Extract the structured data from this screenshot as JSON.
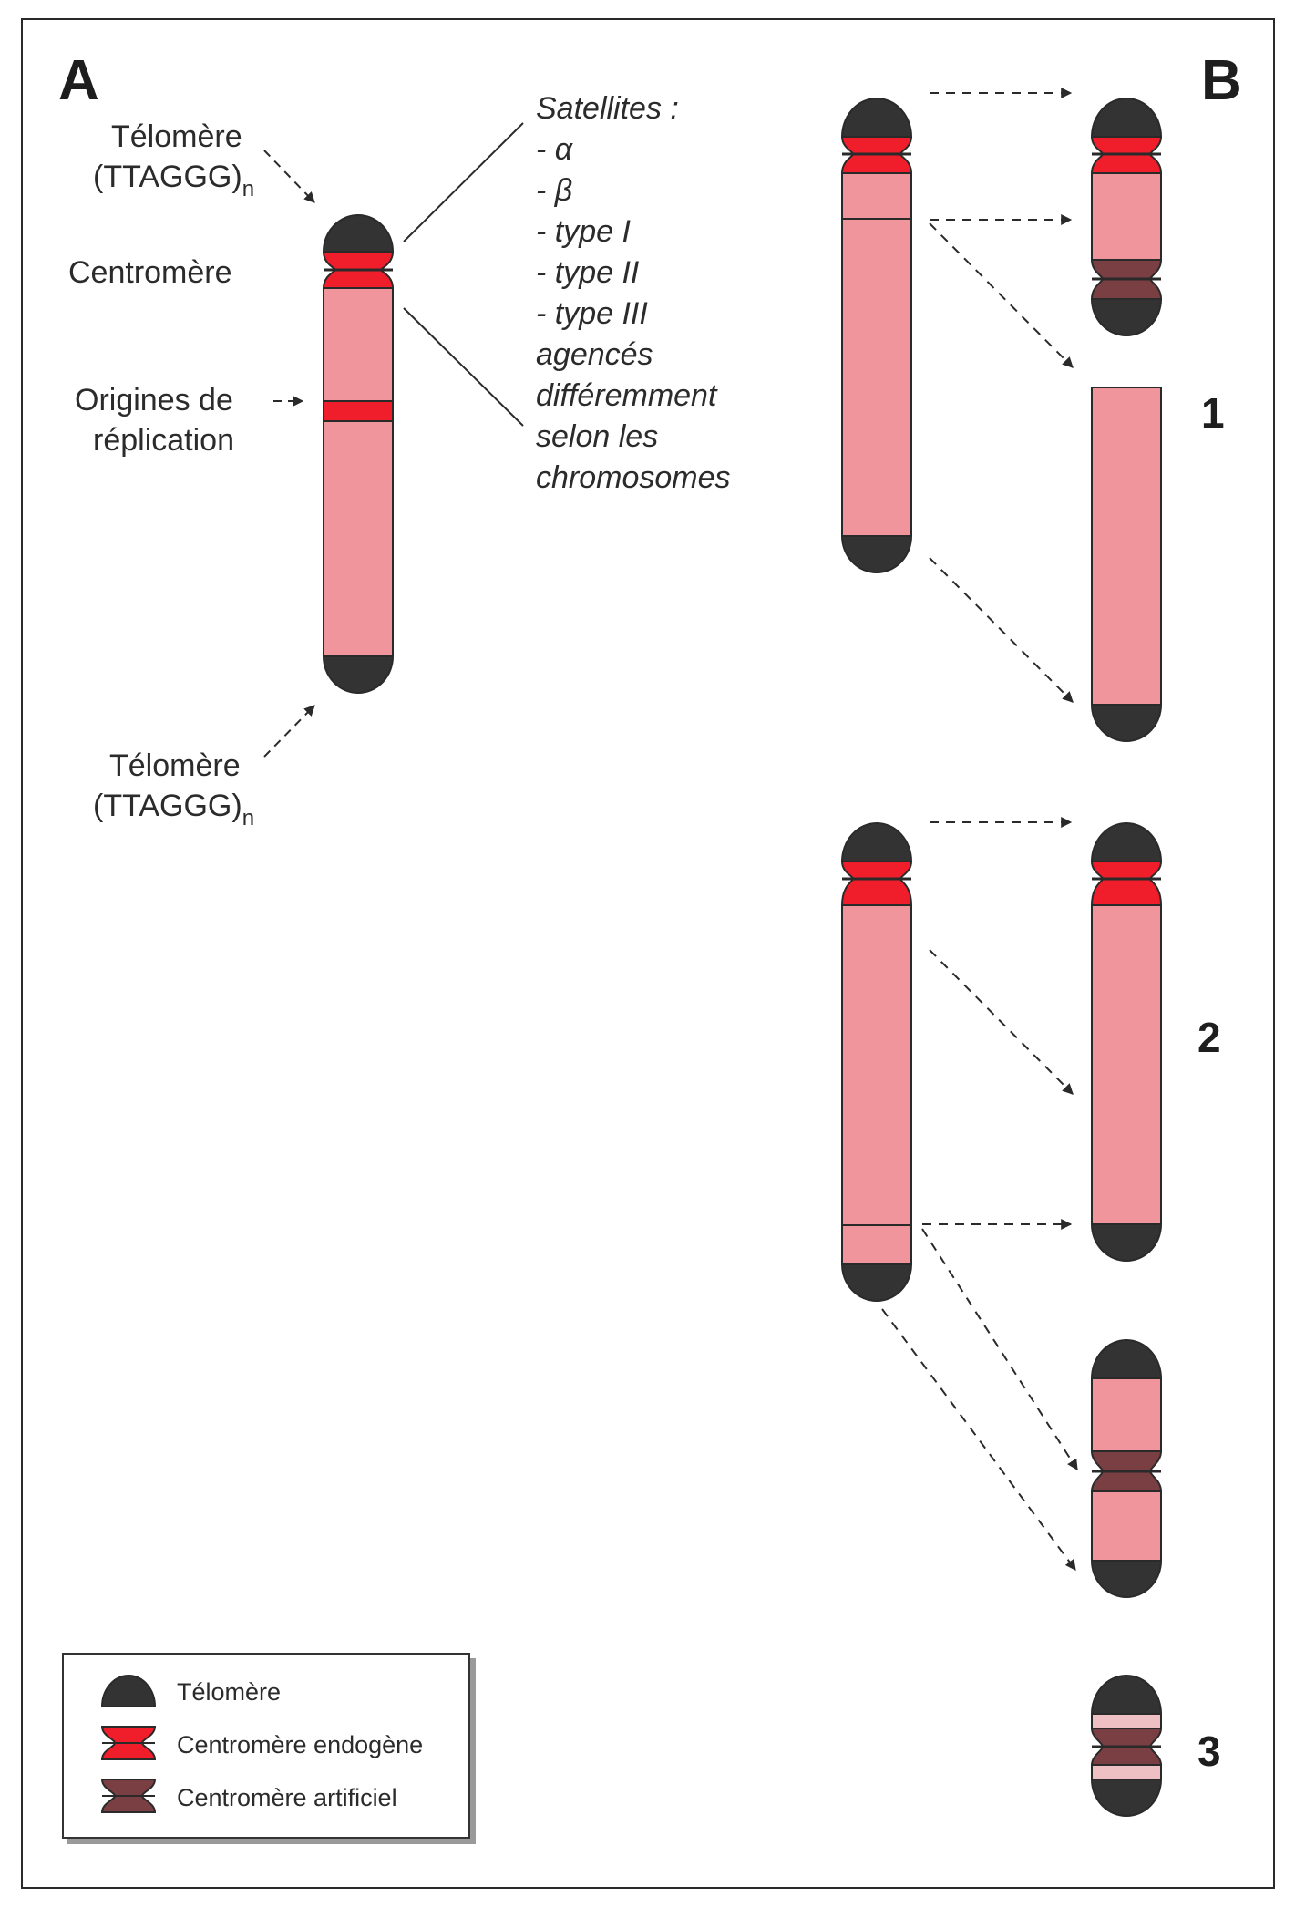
{
  "panel_a": {
    "letter": "A",
    "telomere_top": {
      "line1": "Télomère",
      "line2_main": "(TTAGGG)",
      "line2_sub": "n"
    },
    "centromere": "Centromère",
    "origins": {
      "line1": "Origines de",
      "line2": "réplication"
    },
    "telomere_bottom": {
      "line1": "Télomère",
      "line2_main": "(TTAGGG)",
      "line2_sub": "n"
    },
    "satellites": [
      "Satellites :",
      "- α",
      "- β",
      "- type I",
      "- type II",
      "- type III",
      "agencés",
      "différemment",
      "selon les",
      "chromosomes"
    ]
  },
  "panel_b": {
    "letter": "B",
    "labels": [
      "1",
      "2",
      "3"
    ]
  },
  "legend": {
    "items": [
      {
        "icon": "telomere-icon",
        "label": "Télomère"
      },
      {
        "icon": "endogenous-centromere-icon",
        "label": "Centromère endogène"
      },
      {
        "icon": "artificial-centromere-icon",
        "label": "Centromère artificiel"
      }
    ]
  },
  "colors": {
    "telomere": "#333333",
    "chromatin": "#ef959b",
    "centromere_endogenous": "#f01e2a",
    "centromere_artificial": "#7a3f43",
    "light_band": "#efc0c3"
  }
}
